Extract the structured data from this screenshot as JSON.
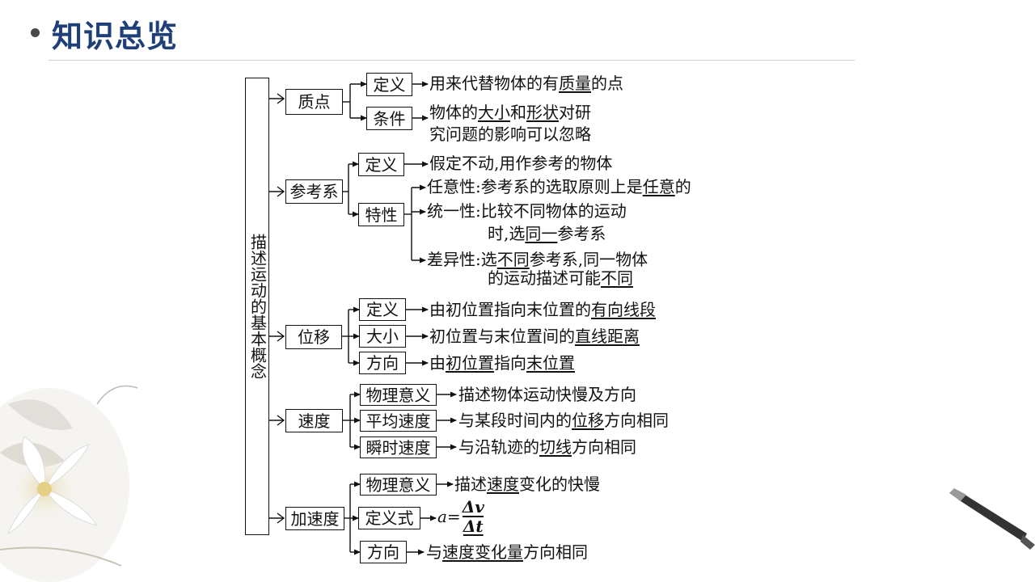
{
  "header": {
    "title": "知识总览"
  },
  "root_label": "描述运动的基本概念",
  "concepts": {
    "particle": {
      "label": "质点",
      "definition_tag": "定义",
      "definition": [
        "用来代替物体的有",
        "质量",
        "的点"
      ],
      "condition_tag": "条件",
      "condition_line1": [
        "物体的",
        "大小",
        "和",
        "形状",
        "对研"
      ],
      "condition_line2": "究问题的影响可以忽略"
    },
    "reference_frame": {
      "label": "参考系",
      "definition_tag": "定义",
      "definition": "假定不动,用作参考的物体",
      "property_tag": "特性",
      "arbitrary": [
        "任意性:参考系的选取原则上是",
        "任意",
        "的"
      ],
      "unity_line1": "统一性:比较不同物体的运动",
      "unity_line2": [
        "时,选",
        "同一",
        "参考系"
      ],
      "difference_line1": [
        "差异性:选",
        "不同",
        "参考系,同一物体"
      ],
      "difference_line2": [
        "的运动描述可能",
        "不同"
      ]
    },
    "displacement": {
      "label": "位移",
      "definition_tag": "定义",
      "definition": [
        "由初位置指向末位置的",
        "有向线段"
      ],
      "magnitude_tag": "大小",
      "magnitude": [
        "初位置与末位置间的",
        "直线距离"
      ],
      "direction_tag": "方向",
      "direction": [
        "由",
        "初位置",
        "指向",
        "末位置"
      ]
    },
    "velocity": {
      "label": "速度",
      "physical_meaning_tag": "物理意义",
      "physical_meaning": "描述物体运动快慢及方向",
      "average_tag": "平均速度",
      "average": [
        "与某段时间内的",
        "位移",
        "方向相同"
      ],
      "instant_tag": "瞬时速度",
      "instant": [
        "与沿轨迹的",
        "切线",
        "方向相同"
      ]
    },
    "acceleration": {
      "label": "加速度",
      "physical_meaning_tag": "物理意义",
      "physical_meaning": [
        "描述",
        "速度",
        "变化的快慢"
      ],
      "formula_tag": "定义式",
      "formula_lhs": "a=",
      "formula_num": "Δv",
      "formula_den": "Δt",
      "direction_tag": "方向",
      "direction": [
        "与",
        "速度变化量",
        "方向相同"
      ]
    }
  }
}
